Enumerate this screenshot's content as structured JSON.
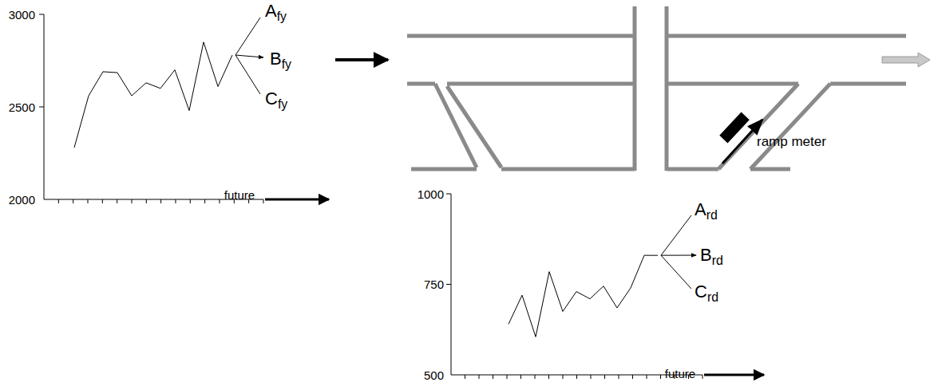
{
  "diagram": {
    "labels": [
      "3000",
      "2500",
      "2000",
      "future",
      "Afy",
      "Bfy",
      "Cfy",
      "ramp meter",
      "1000",
      "750",
      "500",
      "future",
      "Ard",
      "Brd",
      "Crd"
    ]
  }
}
